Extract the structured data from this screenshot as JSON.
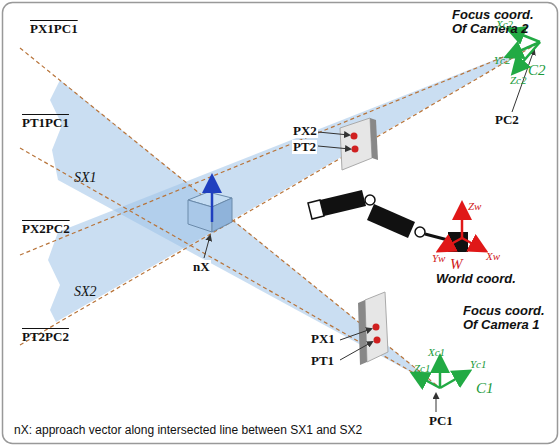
{
  "diagram": {
    "caption": "nX: approach vector along intersected line between SX1 and SX2",
    "labels": [
      "PX1PC1",
      "SX1",
      "PT1PC1",
      "PX2PC2",
      "SX2",
      "PT2PC2",
      "PX2",
      "PT2",
      "Focus coord. Of Camera 2",
      "Xc2",
      "Yc2",
      "Zc2",
      "C2",
      "PC2",
      "Zw",
      "Yw",
      "Xw",
      "W",
      "World coord.",
      "nX",
      "PX1",
      "PT1",
      "Focus coord. Of Camera 1",
      "Xc1",
      "Yc1",
      "Zc1",
      "C1",
      "PC1"
    ]
  }
}
